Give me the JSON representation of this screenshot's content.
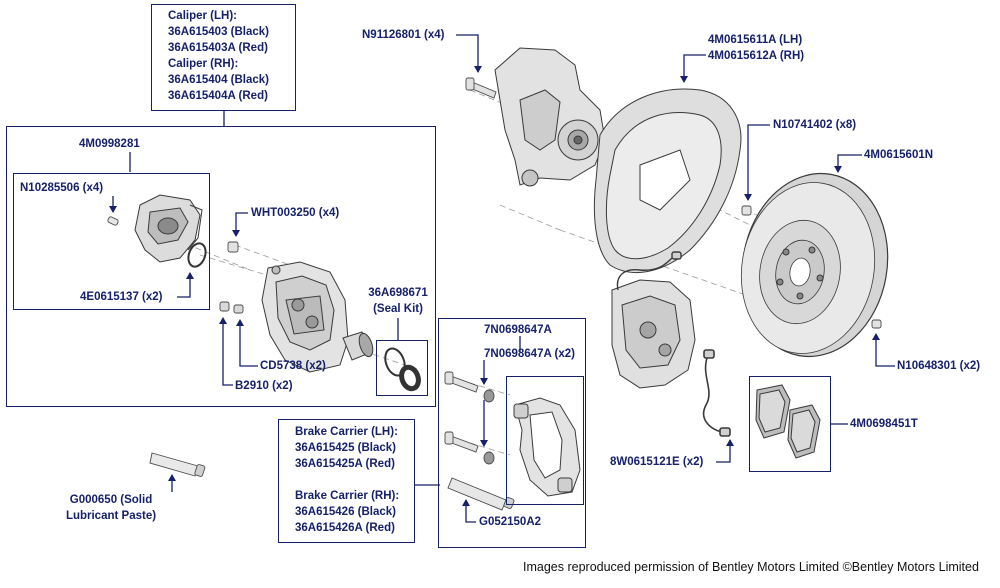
{
  "caliper_box": {
    "lines": [
      "Caliper (LH):",
      "36A615403 (Black)",
      "36A615403A (Red)",
      "Caliper (RH):",
      "36A615404 (Black)",
      "36A615404A (Red)"
    ]
  },
  "labels": {
    "p4M0998281": "4M0998281",
    "N10285506": "N10285506 (x4)",
    "E4E0615137": "4E0615137 (x2)",
    "WHT003250": "WHT003250 (x4)",
    "seal_kit_line1": "36A698671",
    "seal_kit_line2": "(Seal Kit)",
    "CD5738": "CD5738 (x2)",
    "B2910": "B2910 (x2)",
    "N91126801": "N91126801 (x4)",
    "shield_lh": "4M0615611A (LH)",
    "shield_rh": "4M0615612A (RH)",
    "N10741402": "N10741402 (x8)",
    "disc": "4M0615601N",
    "N10648301": "N10648301 (x2)",
    "pads": "4M0698451T",
    "sensor": "8W0615121E (x2)",
    "carrier_kit": "7N0698647A",
    "carrier_bolt": "7N0698647A (x2)",
    "G052150A2": "G052150A2",
    "lubricant_line1": "G000650 (Solid",
    "lubricant_line2": "Lubricant Paste)"
  },
  "carrier_box": {
    "lines": [
      "Brake Carrier (LH):",
      "36A615425 (Black)",
      "36A615425A (Red)",
      "",
      "Brake Carrier (RH):",
      "36A615426 (Black)",
      "36A615426A (Red)"
    ]
  },
  "footer": {
    "copyright": "Images reproduced permission of Bentley Motors Limited ©Bentley Motors Limited"
  },
  "colors": {
    "label_text": "#16216a",
    "part_fill": "#e9e9e9",
    "part_stroke": "#4a4a4a"
  }
}
